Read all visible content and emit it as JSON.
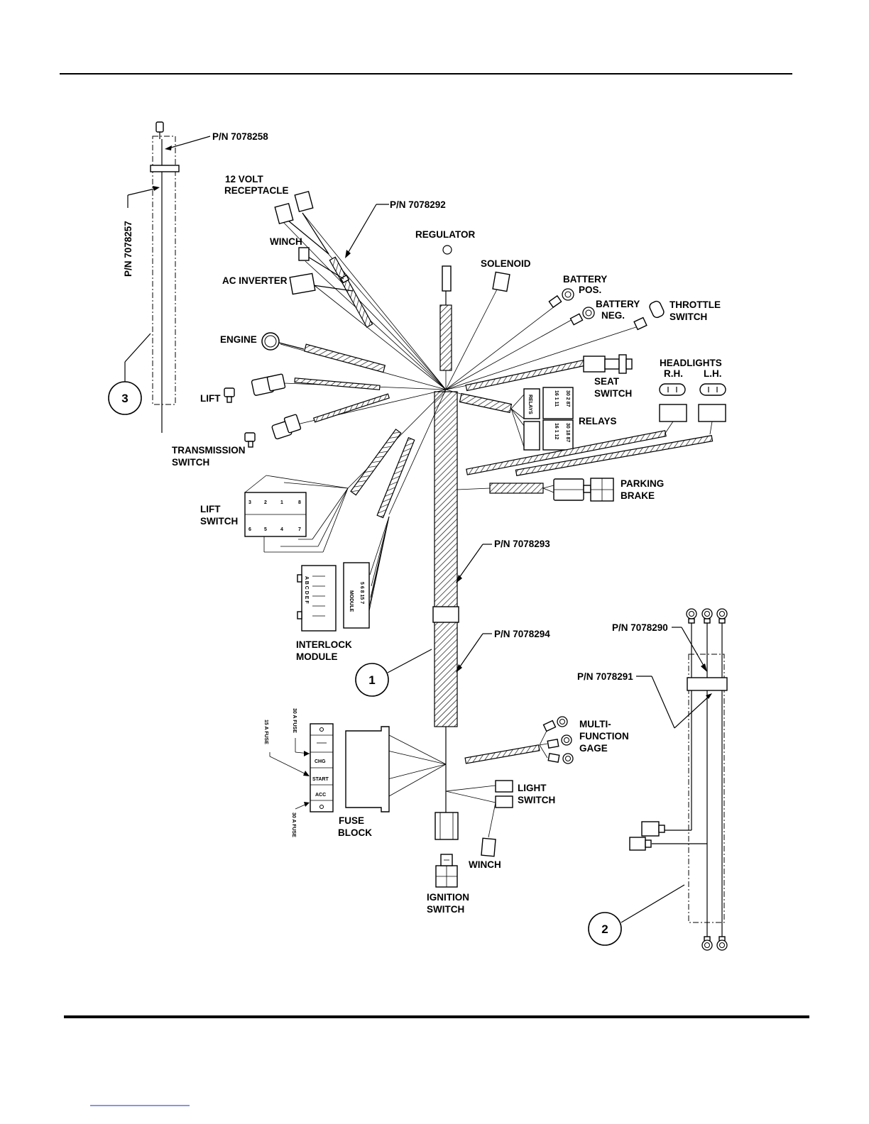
{
  "labels": {
    "pn_7078258": "P/N 7078258",
    "pn_7078257": "P/N 7078257",
    "pn_7078292": "P/N 7078292",
    "pn_7078293": "P/N 7078293",
    "pn_7078294": "P/N 7078294",
    "pn_7078290": "P/N 7078290",
    "pn_7078291": "P/N 7078291",
    "volt_receptacle_1": "12 VOLT",
    "volt_receptacle_2": "RECEPTACLE",
    "winch_top": "WINCH",
    "ac_inverter": "AC INVERTER",
    "regulator": "REGULATOR",
    "solenoid": "SOLENOID",
    "battery_pos_1": "BATTERY",
    "battery_pos_2": "POS.",
    "battery_neg_1": "BATTERY",
    "battery_neg_2": "NEG.",
    "throttle_1": "THROTTLE",
    "throttle_2": "SWITCH",
    "engine": "ENGINE",
    "lift": "LIFT",
    "transmission_1": "TRANSMISSION",
    "transmission_2": "SWITCH",
    "seat_1": "SEAT",
    "seat_2": "SWITCH",
    "headlights": "HEADLIGHTS",
    "rh": "R.H.",
    "lh": "L.H.",
    "relays": "RELAYS",
    "relays_small": "RELAYS",
    "parking_1": "PARKING",
    "parking_2": "BRAKE",
    "lift_switch_1": "LIFT",
    "lift_switch_2": "SWITCH",
    "interlock_1": "INTERLOCK",
    "interlock_2": "MODULE",
    "module_small": "MODULE",
    "multi_1": "MULTI-",
    "multi_2": "FUNCTION",
    "multi_3": "GAGE",
    "light_1": "LIGHT",
    "light_2": "SWITCH",
    "winch_bottom": "WINCH",
    "fuse_1": "FUSE",
    "fuse_2": "BLOCK",
    "ignition_1": "IGNITION",
    "ignition_2": "SWITCH",
    "fuse_30a_top": "30 A FUSE",
    "fuse_15a": "15 A FUSE",
    "fuse_30a_bottom": "30 A FUSE",
    "chg": "CHG",
    "start": "START",
    "acc": "ACC",
    "callout_1": "1",
    "callout_2": "2",
    "callout_3": "3"
  }
}
